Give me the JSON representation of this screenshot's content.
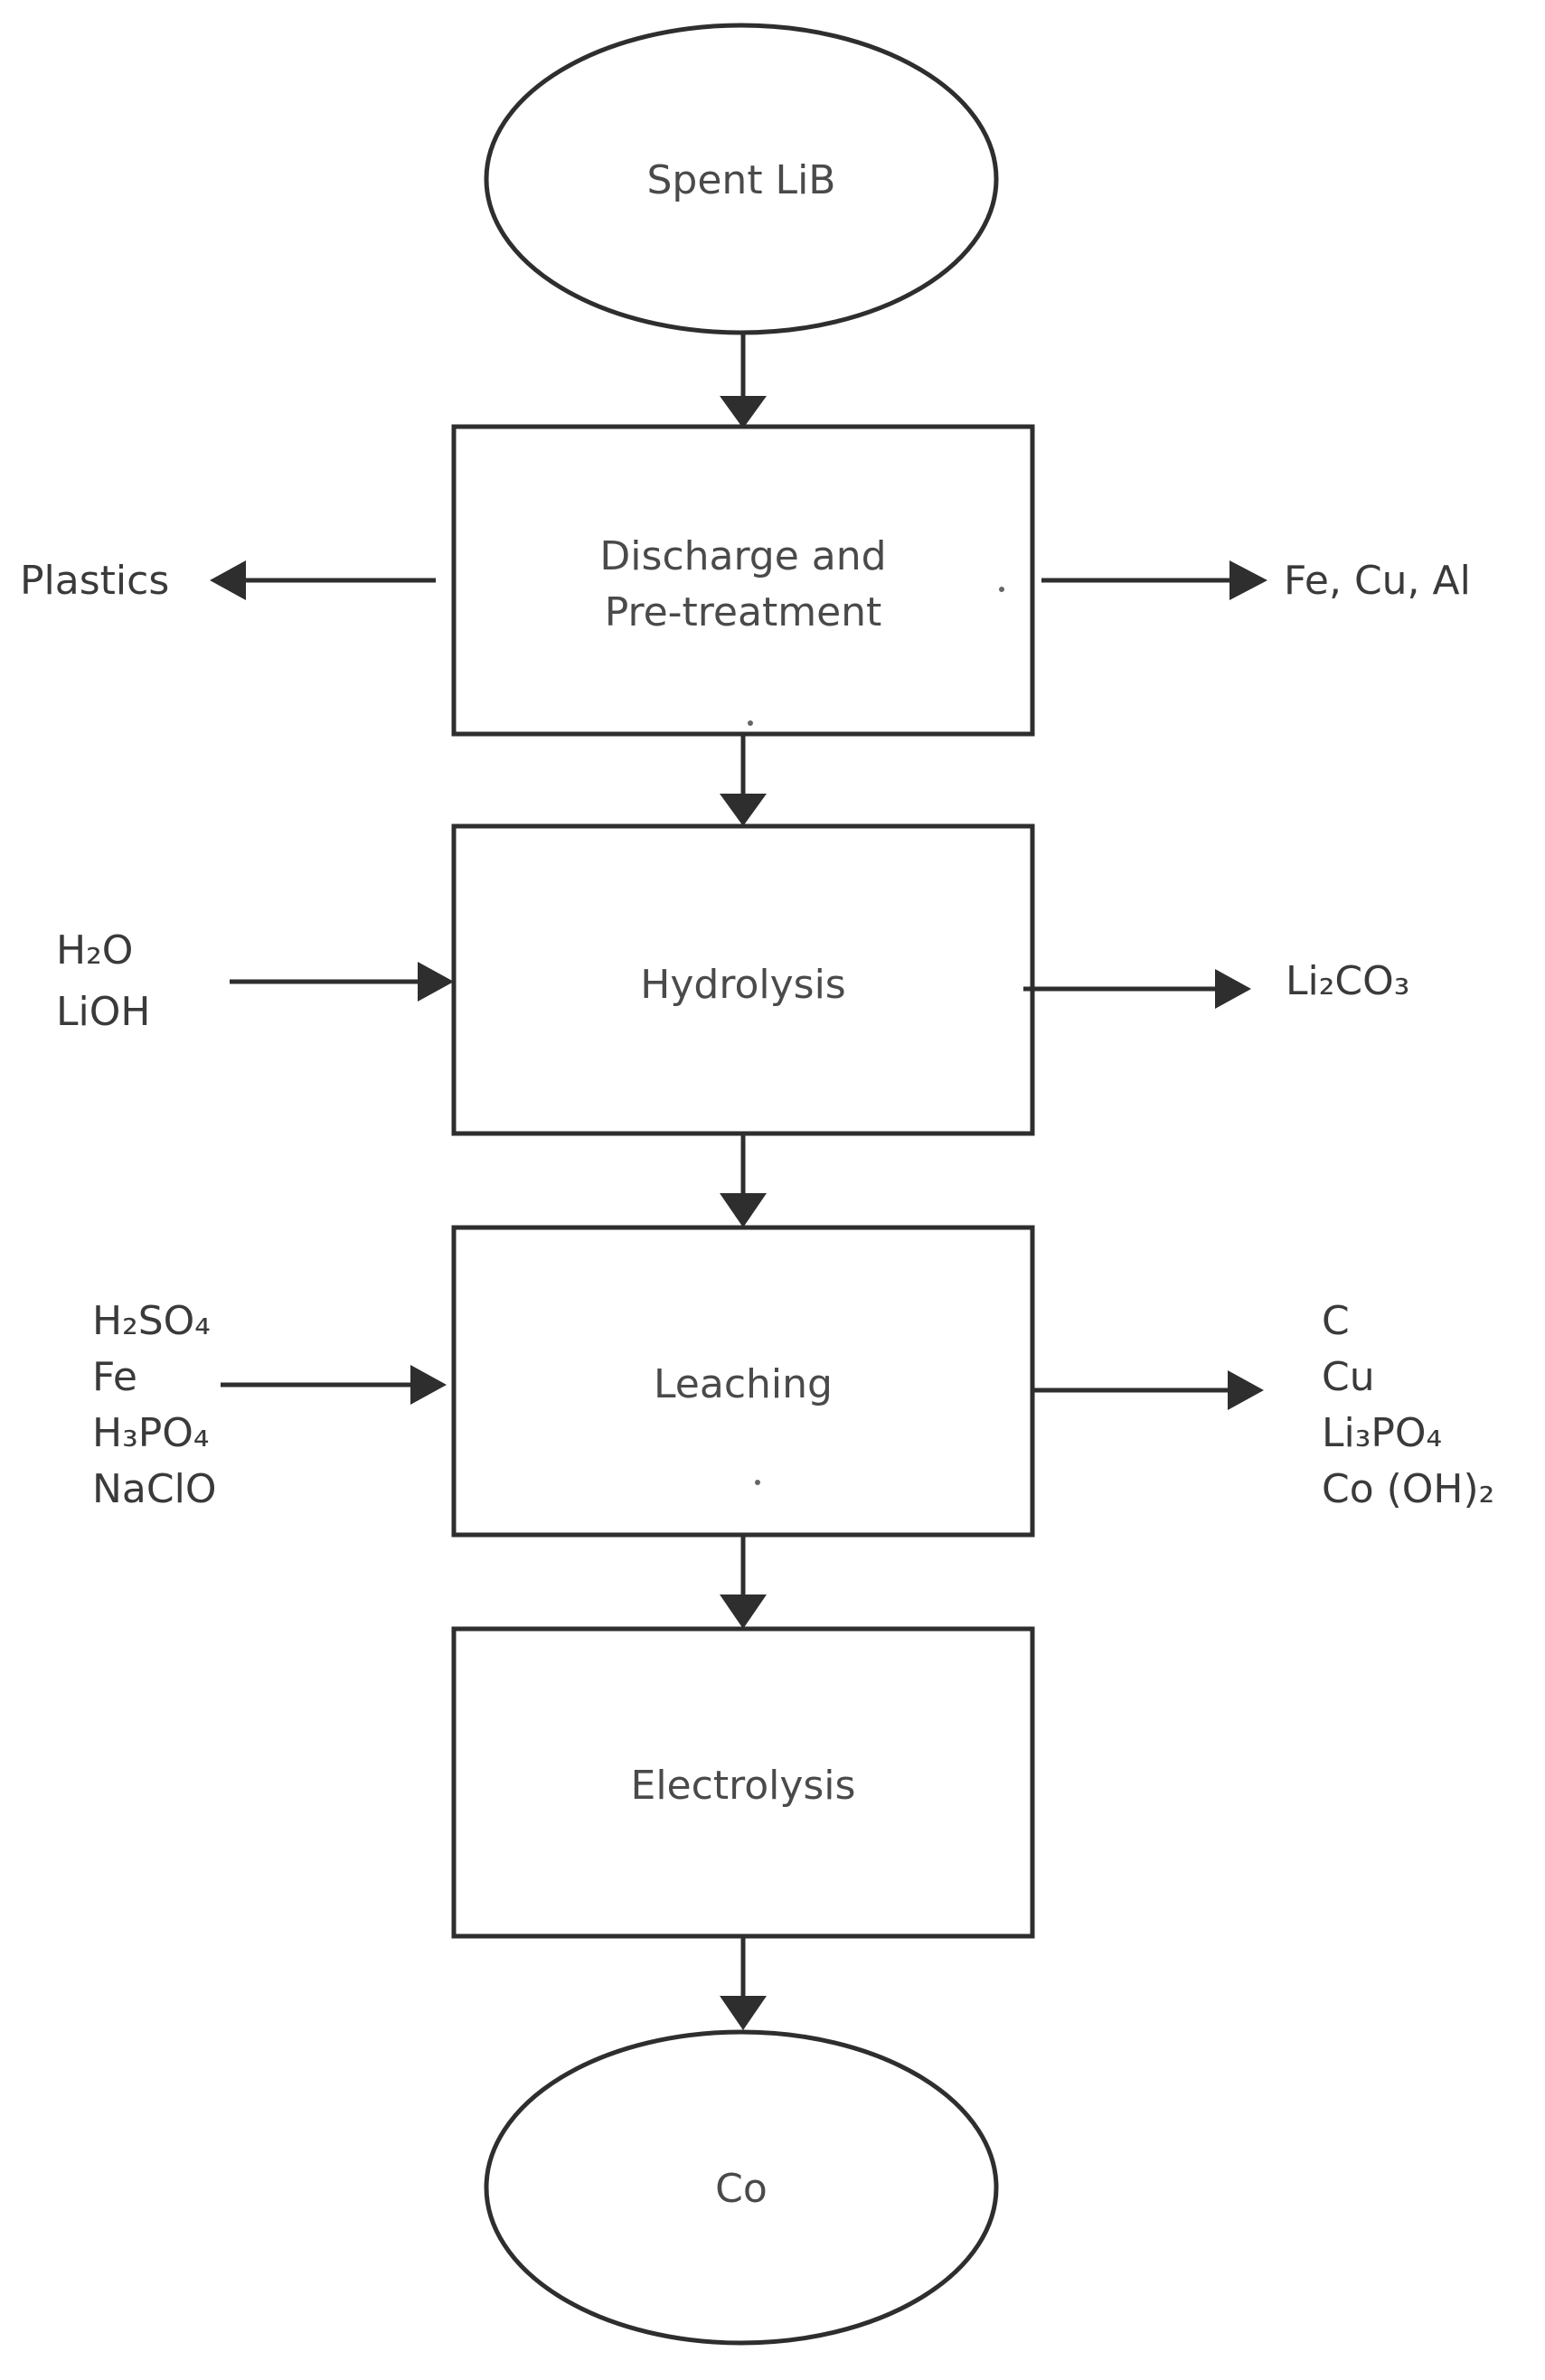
{
  "nodes": {
    "start": {
      "label": "Spent LiB"
    },
    "pretreatment": {
      "label_line1": "Discharge and",
      "label_line2": "Pre-treatment"
    },
    "hydrolysis": {
      "label": "Hydrolysis"
    },
    "leaching": {
      "label": "Leaching"
    },
    "electrolysis": {
      "label": "Electrolysis"
    },
    "end": {
      "label": "Co"
    }
  },
  "outputs": {
    "pretreatment_left": [
      "Plastics"
    ],
    "pretreatment_right": [
      "Fe, Cu, Al"
    ],
    "hydrolysis_right": [
      "Li₂CO₃"
    ],
    "leaching_right": [
      "C",
      "Cu",
      "Li₃PO₄",
      "Co (OH)₂"
    ]
  },
  "inputs": {
    "hydrolysis_left": [
      "H₂O",
      "LiOH"
    ],
    "leaching_left": [
      "H₂SO₄",
      "Fe",
      "H₃PO₄",
      "NaClO"
    ]
  },
  "colors": {
    "stroke": "#2e2e2e",
    "text": "#4a4a4a",
    "background": "#ffffff"
  }
}
